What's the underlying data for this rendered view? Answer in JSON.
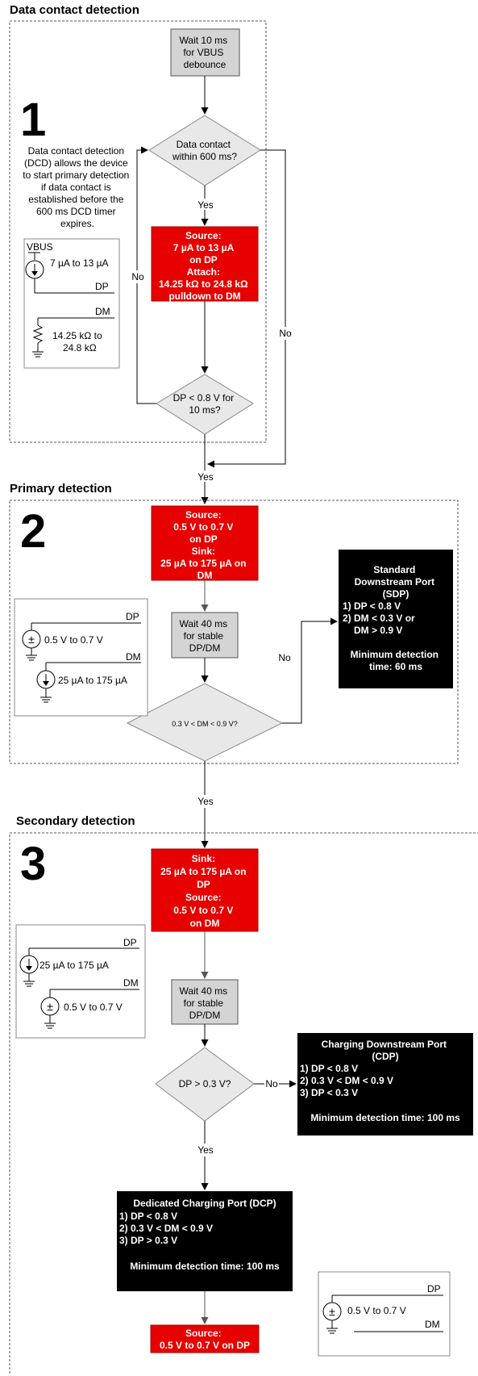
{
  "sections": [
    {
      "title": "Data contact detection",
      "number": "1",
      "description": [
        "Data contact detection",
        "(DCD) allows the device",
        "to start primary detection",
        "if data contact is",
        "established before the",
        "600 ms DCD timer",
        "expires."
      ]
    },
    {
      "title": "Primary detection",
      "number": "2"
    },
    {
      "title": "Secondary detection",
      "number": "3"
    }
  ],
  "boxes": {
    "wait10": [
      "Wait 10 ms",
      "for VBUS",
      "debounce"
    ],
    "dcd_source": [
      "Source:",
      "7 µA to 13 µA",
      "on DP",
      "Attach:",
      "14.25 kΩ to 24.8 kΩ",
      "pulldown to DM"
    ],
    "primary_source": [
      "Source:",
      "0.5 V to 0.7 V",
      "on DP",
      "Sink:",
      "25 µA to 175 µA on",
      "DM"
    ],
    "wait40a": [
      "Wait 40 ms",
      "for stable",
      "DP/DM"
    ],
    "sdp": [
      "Standard",
      "Downstream Port",
      "(SDP)",
      "1) DP < 0.8 V",
      "2) DM < 0.3 V or",
      "DM > 0.9 V",
      "Minimum detection",
      "time: 60 ms"
    ],
    "secondary_sink": [
      "Sink:",
      "25 µA to 175 µA on",
      "DP",
      "Source:",
      "0.5 V to 0.7 V",
      "on DM"
    ],
    "wait40b": [
      "Wait 40 ms",
      "for stable",
      "DP/DM"
    ],
    "cdp": [
      "Charging Downstream Port",
      "(CDP)",
      "1) DP < 0.8 V",
      "2) 0.3 V < DM < 0.9 V",
      "3) DP < 0.3 V",
      "Minimum detection time: 100 ms"
    ],
    "dcp": [
      "Dedicated Charging Port (DCP)",
      "1) DP < 0.8 V",
      "2) 0.3 V < DM < 0.9 V",
      "3) DP > 0.3 V",
      "Minimum detection time: 100 ms"
    ],
    "final_source": [
      "Source:",
      "0.5 V to 0.7 V on DP"
    ]
  },
  "decisions": {
    "data_contact": [
      "Data contact",
      "within 600 ms?"
    ],
    "dp_lt": [
      "DP < 0.8 V for",
      "10 ms?"
    ],
    "dm_range": [
      "0.3 V < DM < 0.9 V?"
    ],
    "dp_gt": [
      "DP > 0.3 V?"
    ]
  },
  "labels": {
    "yes": "Yes",
    "no": "No"
  },
  "circuits": {
    "c1": {
      "vbus": "VBUS",
      "current": "7 µA to 13 µA",
      "dp": "DP",
      "dm": "DM",
      "res1": "14.25 kΩ  to",
      "res2": "24.8 kΩ"
    },
    "c2": {
      "dp": "DP",
      "voltage": "0.5 V to 0.7 V",
      "dm": "DM",
      "current": "25 µA to 175 µA"
    },
    "c3": {
      "dp": "DP",
      "current": "25 µA to 175 µA",
      "dm": "DM",
      "voltage": "0.5 V to 0.7 V"
    },
    "c4": {
      "dp": "DP",
      "voltage": "0.5 V to 0.7 V",
      "dm": "DM"
    }
  },
  "colors": {
    "red": "#e60000",
    "gray": "#d4d4d4",
    "black": "#000000",
    "diamond": "#e8e8e8"
  }
}
